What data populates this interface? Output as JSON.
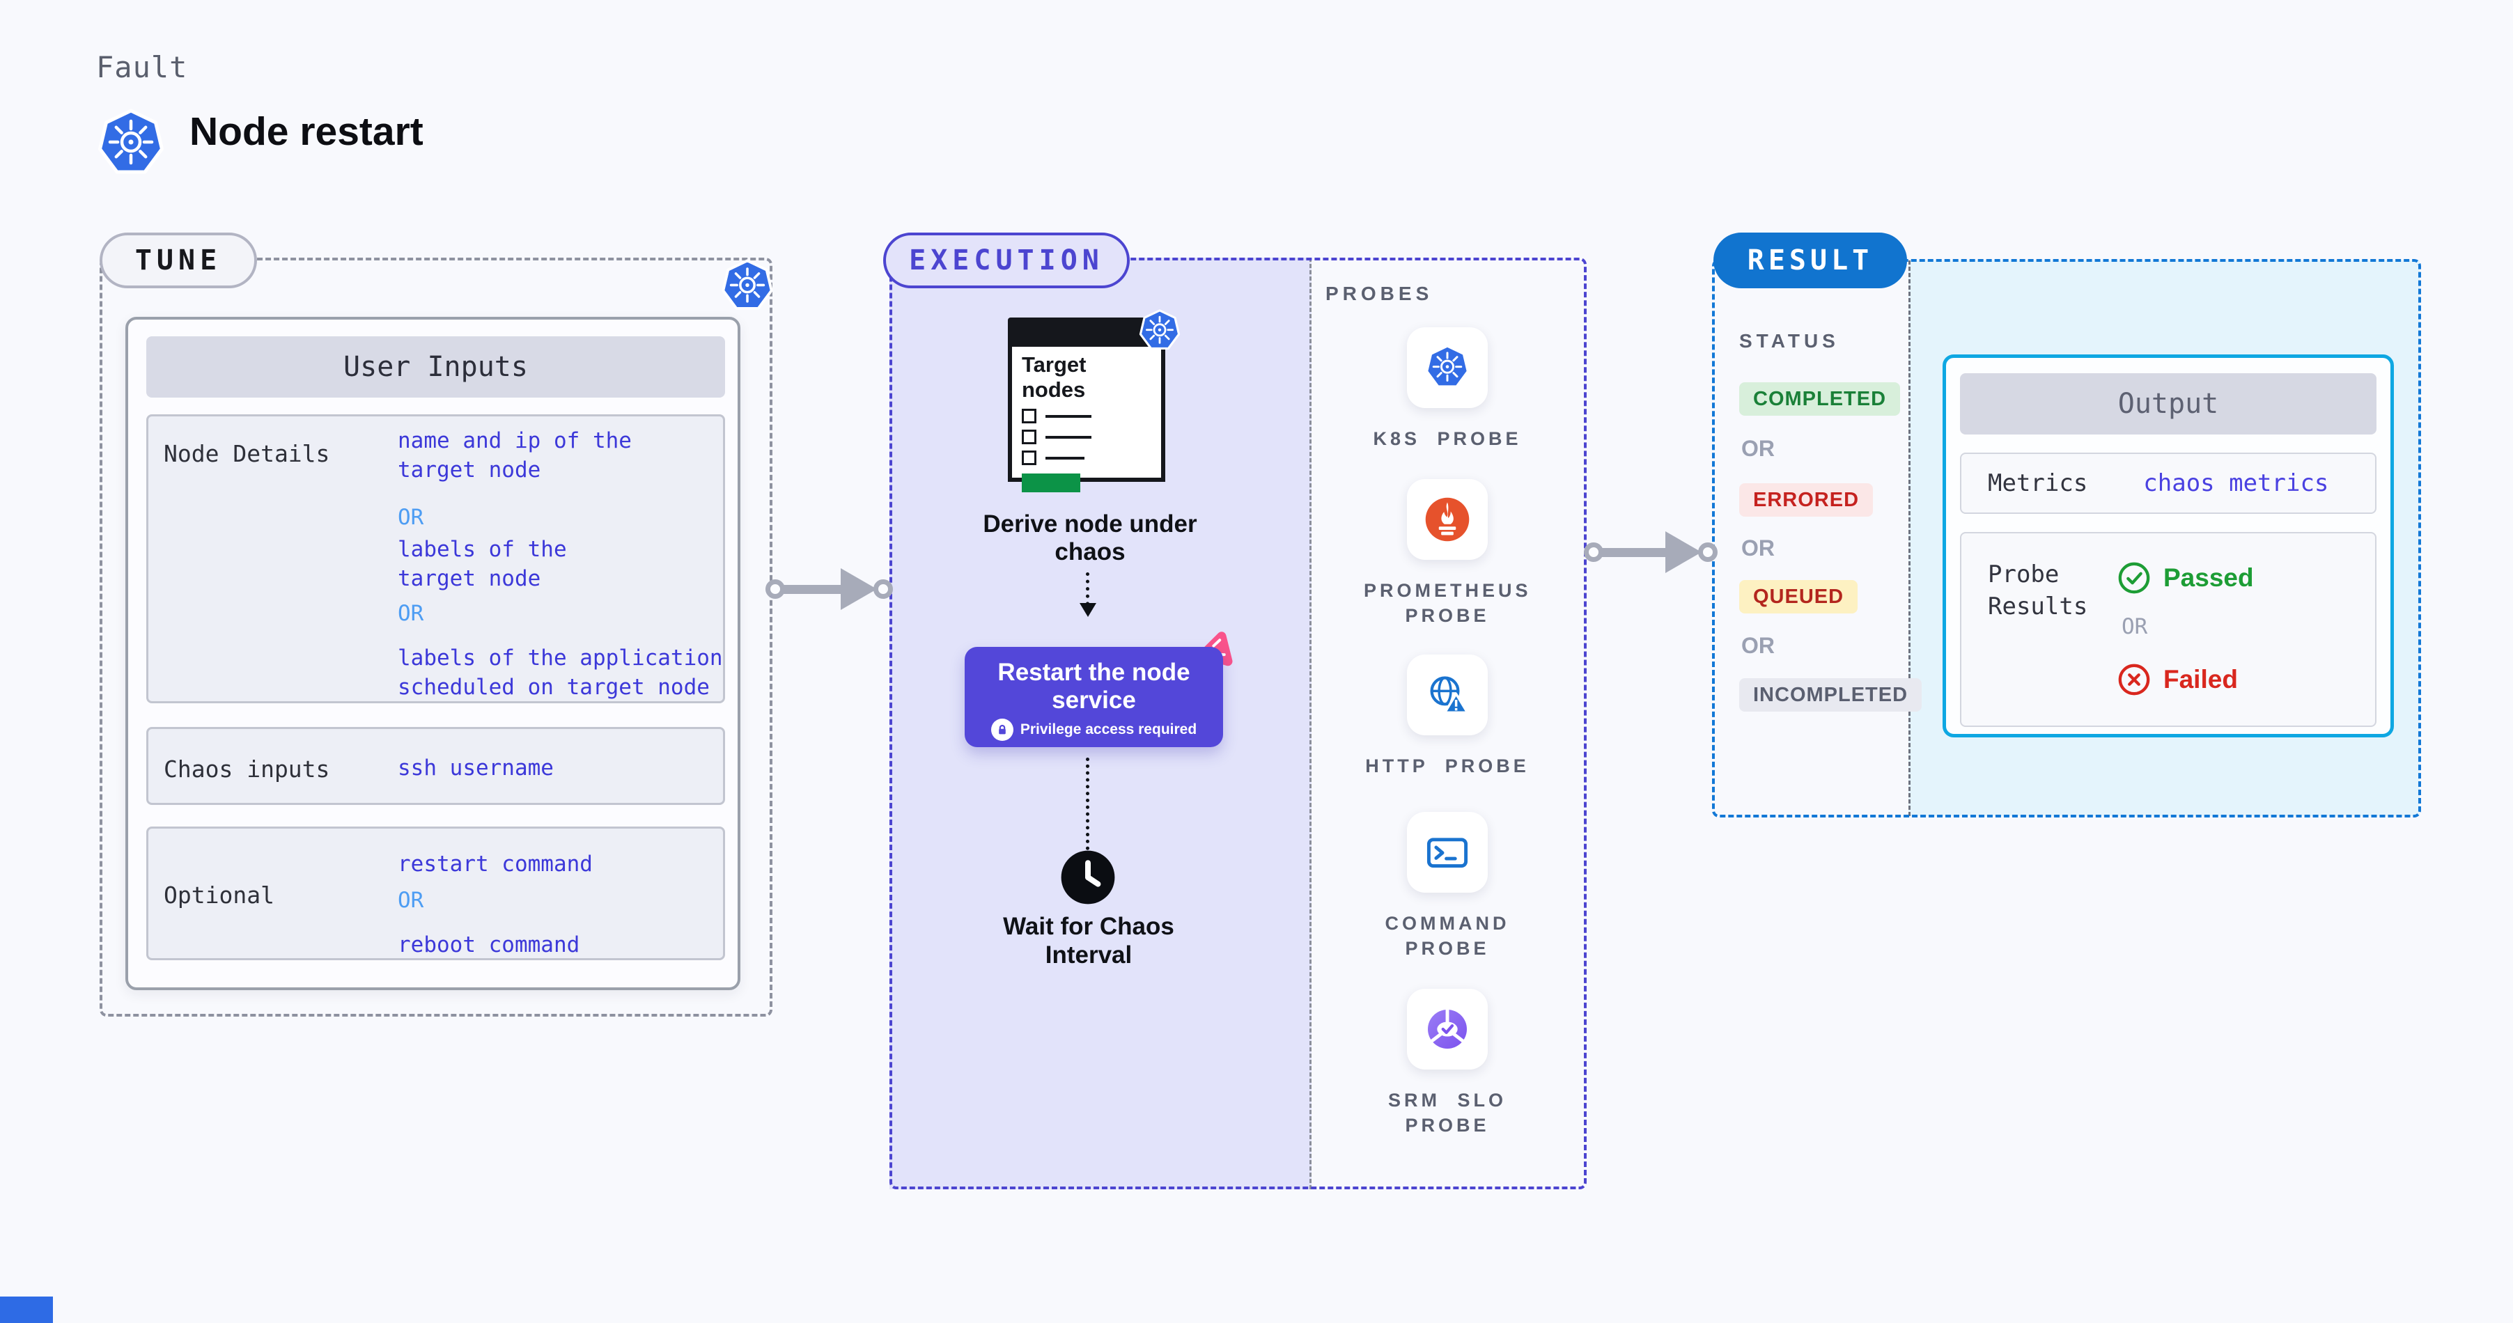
{
  "header": {
    "kicker": "Fault",
    "title": "Node restart"
  },
  "tune": {
    "label": "TUNE",
    "card_title": "User Inputs",
    "rows": [
      {
        "label": "Node Details",
        "values": [
          "name and ip of the\ntarget node",
          "OR",
          "labels of the\ntarget node",
          "OR",
          "labels of the application\nscheduled on target node"
        ]
      },
      {
        "label": "Chaos inputs",
        "values": [
          "ssh username"
        ]
      },
      {
        "label": "Optional",
        "values": [
          "restart command",
          "OR",
          "reboot command"
        ]
      }
    ]
  },
  "execution": {
    "label": "EXECUTION",
    "clipboard_title": "Target nodes",
    "derive_step": "Derive node under chaos",
    "action": {
      "title": "Restart the node service",
      "note": "Privilege access required"
    },
    "wait_step": "Wait for Chaos Interval"
  },
  "probes": {
    "label": "PROBES",
    "items": [
      "K8S PROBE",
      "PROMETHEUS PROBE",
      "HTTP PROBE",
      "COMMAND PROBE",
      "SRM SLO PROBE"
    ]
  },
  "result": {
    "label": "RESULT",
    "status_label": "STATUS",
    "or": "OR",
    "statuses": [
      "COMPLETED",
      "ERRORED",
      "QUEUED",
      "INCOMPLETED"
    ],
    "output": {
      "title": "Output",
      "metrics_label": "Metrics",
      "metrics_value": "chaos metrics",
      "probe_results_label": "Probe Results",
      "passed": "Passed",
      "failed": "Failed"
    }
  },
  "colors": {
    "page_bg": "#f8f9fd",
    "kubernetes_blue": "#326CE5",
    "tune_dash": "#8e92a0",
    "indigo_text": "#3c38d9",
    "or_blue": "#4e9df3",
    "execution_border": "#4c45d0",
    "execution_fill": "#e2e3fa",
    "restart_button": "#5347d9",
    "chaos_pink": "#f9538b",
    "prometheus_orange": "#e6522c",
    "probe_icon_blue": "#1a73cf",
    "srm_purple": "#7c52ee",
    "green_bar": "#0c9347",
    "result_blue": "#1174cf",
    "result_dash": "#1278d6",
    "result_fill": "#e4f4fc",
    "output_border": "#0ea7e2",
    "completed_green": "#1a8038",
    "errored_red": "#c5221f",
    "queued_red": "#b3261e",
    "incompleted_gray": "#5a5f70",
    "passed_green": "#1d9d35",
    "failed_red": "#d9271e",
    "arrow_gray": "#a7abb9"
  }
}
